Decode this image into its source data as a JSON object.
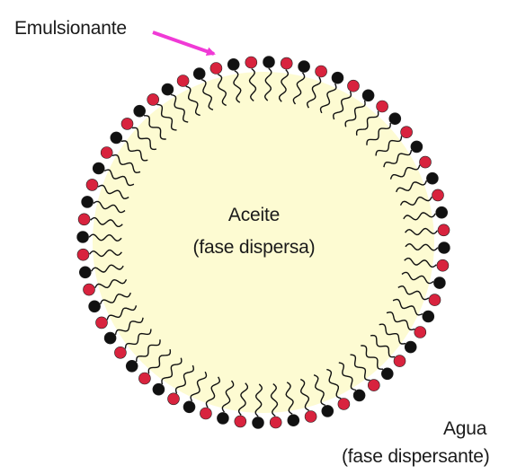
{
  "labels": {
    "emulsifier": "Emulsionante",
    "oil": "Aceite",
    "oil_phase": "(fase dispersa)",
    "water": "Agua",
    "water_phase": "(fase dispersante)"
  },
  "colors": {
    "oil_droplet": "#fdfbd2",
    "head_red": "#d8233e",
    "head_black": "#111111",
    "tail": "#111111",
    "arrow": "#f03ad6",
    "text": "#1a1a1a"
  },
  "icons": {
    "arrow": "arrow-right-down-icon",
    "molecule": "surfactant-molecule-icon"
  }
}
